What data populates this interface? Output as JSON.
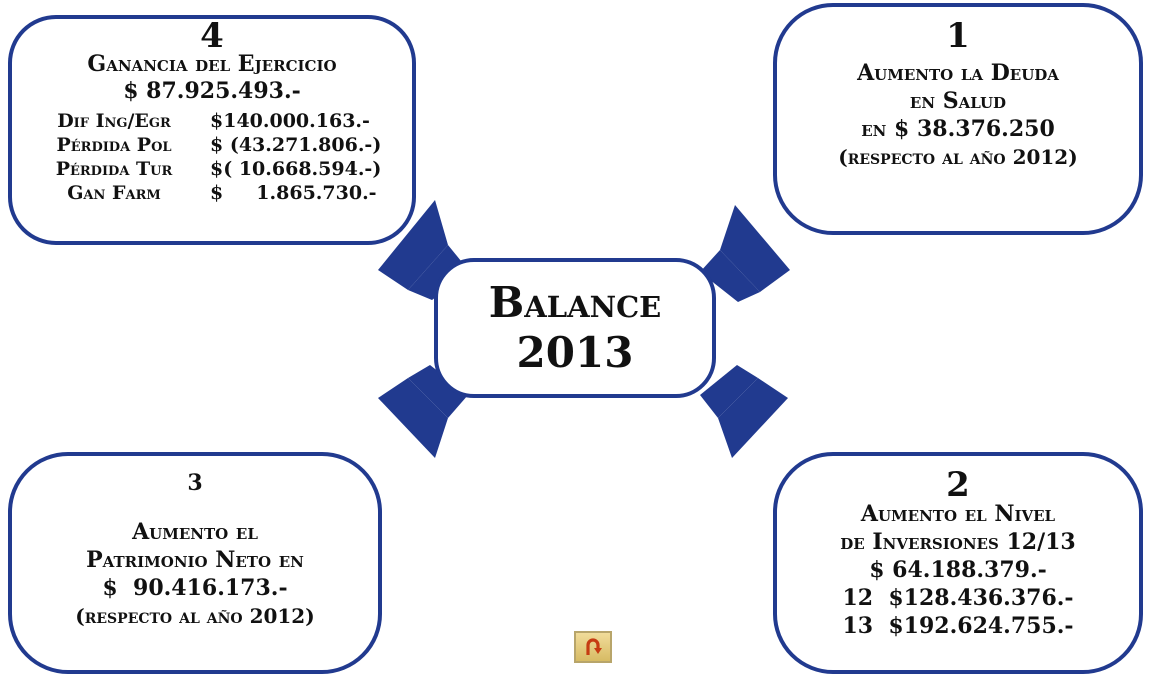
{
  "center": {
    "line1": "Balance",
    "line2": "2013"
  },
  "box4": {
    "number": "4",
    "title": "Ganancia del Ejercicio",
    "amount": "$ 87.925.493.-",
    "rows": [
      {
        "label": "Dif Ing/Egr",
        "value": "$140.000.163.-"
      },
      {
        "label": "Pérdida Pol",
        "value": "$ (43.271.806.-)"
      },
      {
        "label": "Pérdida Tur",
        "value": "$( 10.668.594.-)"
      },
      {
        "label": "Gan Farm",
        "value": "$     1.865.730.-"
      }
    ]
  },
  "box1": {
    "number": "1",
    "line1": "Aumento la Deuda",
    "line2": "en Salud",
    "line3": "en $ 38.376.250",
    "line4": "(respecto al año 2012)"
  },
  "box3": {
    "number": "3",
    "line1": "Aumento el",
    "line2": "Patrimonio Neto en",
    "line3": "$  90.416.173.-",
    "line4": "(respecto al año 2012)"
  },
  "box2": {
    "number": "2",
    "line1": "Aumento el Nivel",
    "line2": "de Inversiones 12/13",
    "line3": "$ 64.188.379.-",
    "line4": "12  $128.436.376.-",
    "line5": "13  $192.624.755.-"
  },
  "colors": {
    "border": "#213a8f",
    "arrow": "#213a8f",
    "button": "#e3c878",
    "button_icon": "#c63c12"
  },
  "icons": {
    "return_button": "u-turn-arrow-icon"
  }
}
